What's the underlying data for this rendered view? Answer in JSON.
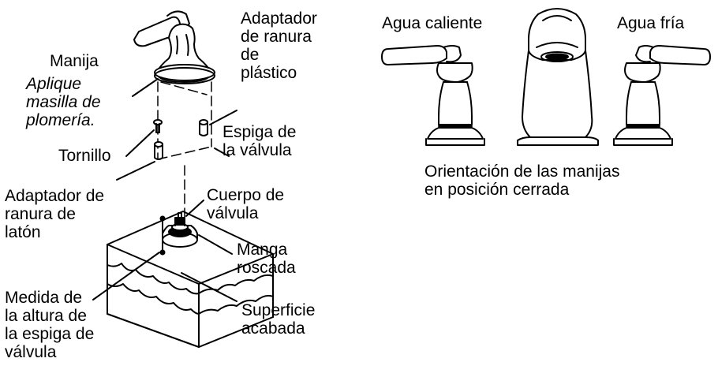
{
  "labels": {
    "manija": "Manija",
    "aplique": "Aplique\nmasilla de\nplomería.",
    "tornillo": "Tornillo",
    "adaptador_plastico": "Adaptador\nde ranura\nde\nplástico",
    "espiga": "Espiga de\nla válvula",
    "adaptador_laton": "Adaptador de\nranura de\nlatón",
    "cuerpo": "Cuerpo de\nválvula",
    "manga": "Manga\nroscada",
    "medida": "Medida de\nla altura de\nla espiga de\nválvula",
    "superficie": "Superficie\nacabada",
    "agua_caliente": "Agua caliente",
    "agua_fria": "Agua fría",
    "orientacion": "Orientación de las manijas\nen posición cerrada"
  },
  "colors": {
    "line": "#000000",
    "background": "#ffffff"
  }
}
